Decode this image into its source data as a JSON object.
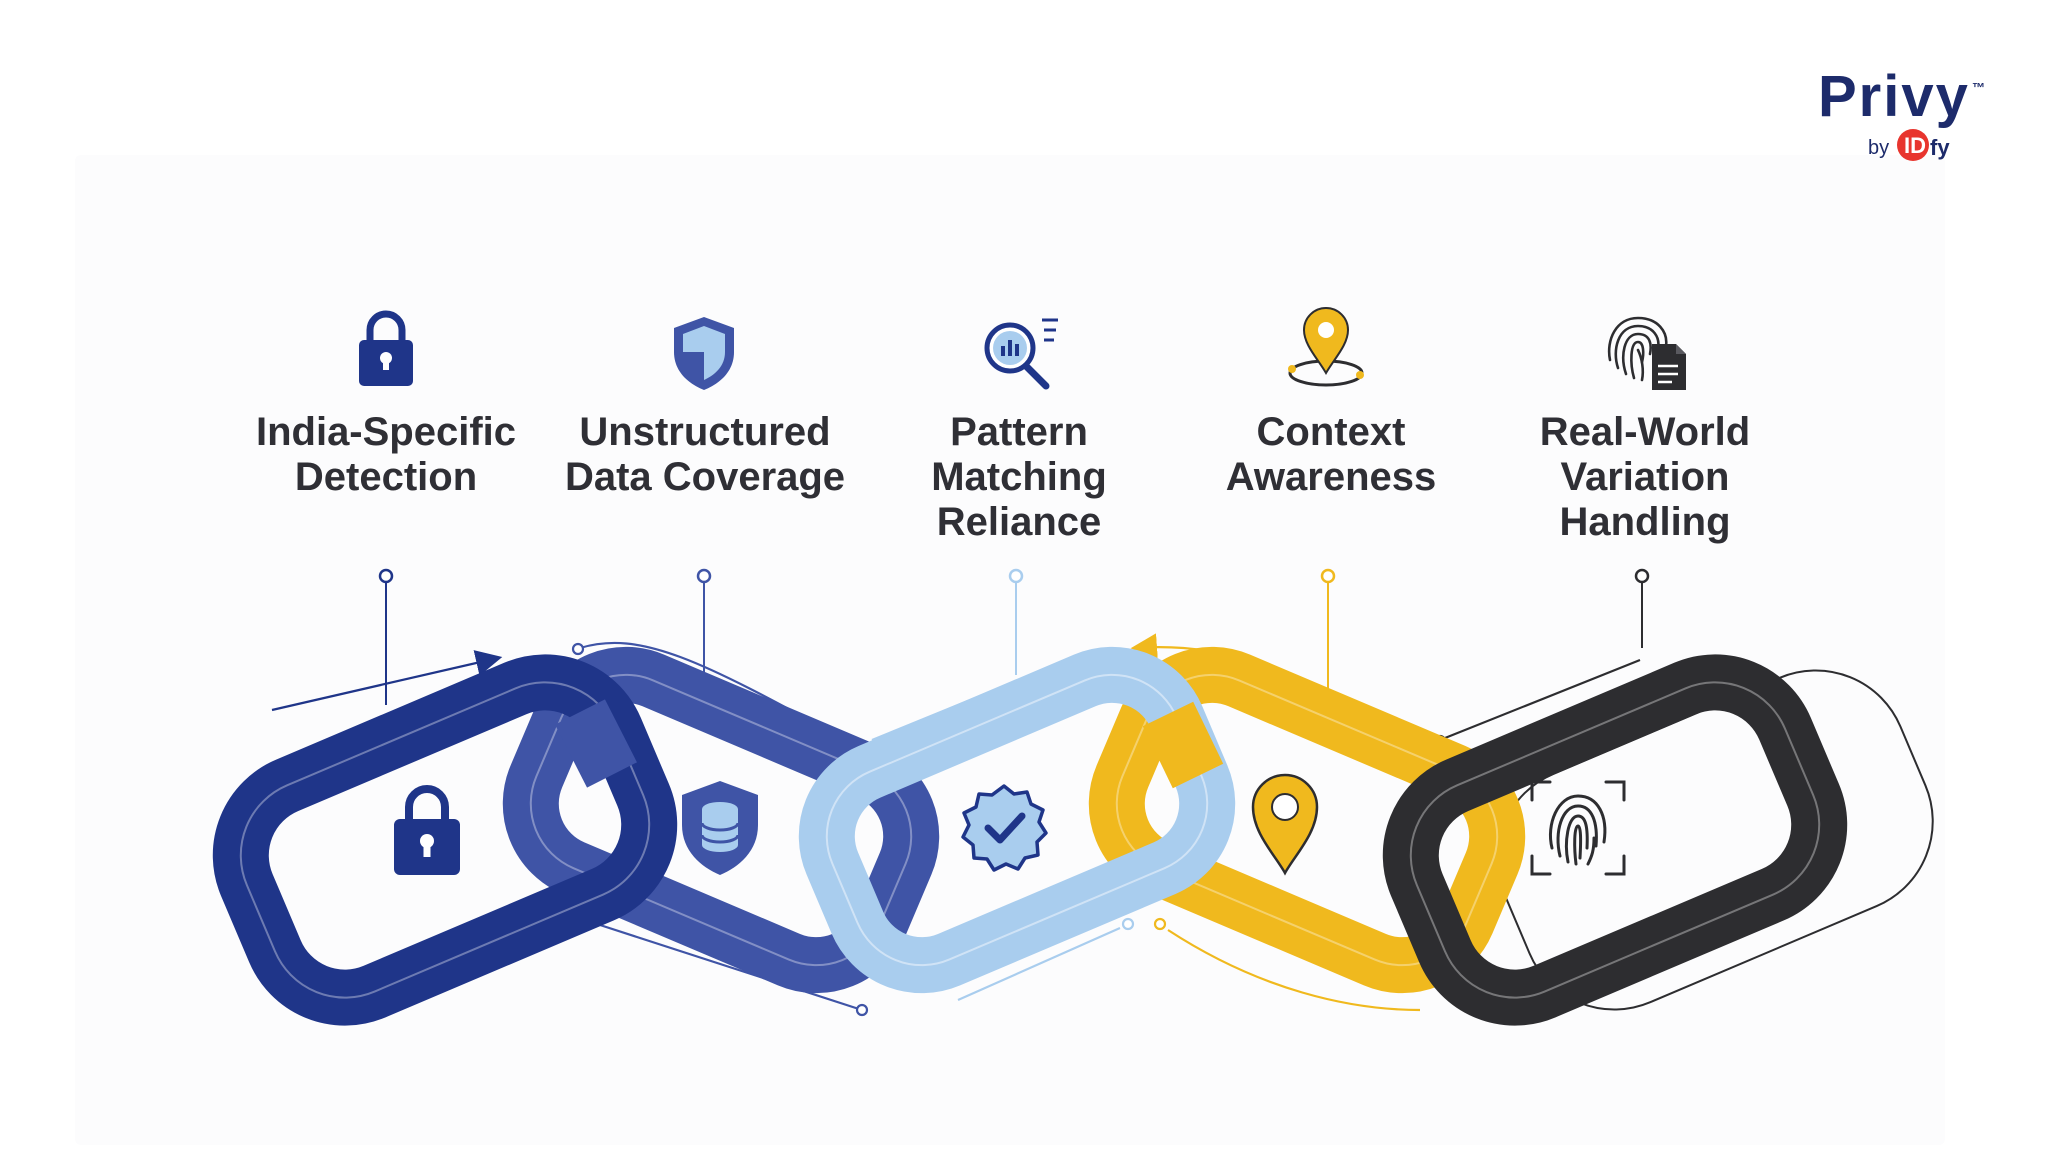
{
  "brand": {
    "name": "Privy",
    "trademark": "™",
    "by": "by",
    "logo_text": "IDfy",
    "colors": {
      "navy": "#1d2b6b",
      "red": "#e8352e"
    }
  },
  "chain": [
    {
      "label": "India-Specific\nDetection",
      "color": "#1f3589",
      "top_icon": "padlock-icon",
      "link_icon": "padlock-icon"
    },
    {
      "label": "Unstructured\nData Coverage",
      "color": "#3f54a6",
      "top_icon": "shield-icon",
      "link_icon": "database-shield-icon"
    },
    {
      "label": "Pattern\nMatching\nReliance",
      "color": "#a9cdee",
      "top_icon": "magnifier-chart-icon",
      "link_icon": "verified-badge-icon"
    },
    {
      "label": "Context\nAwareness",
      "color": "#f0b91e",
      "top_icon": "location-pin-icon",
      "link_icon": "location-pin-icon"
    },
    {
      "label": "Real-World\nVariation\nHandling",
      "color": "#2d2d30",
      "top_icon": "fingerprint-document-icon",
      "link_icon": "fingerprint-scan-icon"
    }
  ]
}
